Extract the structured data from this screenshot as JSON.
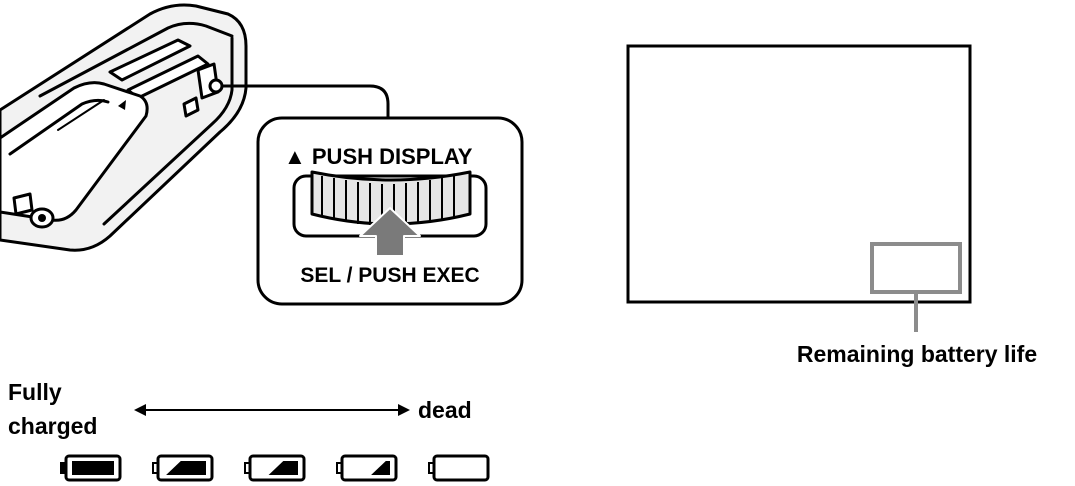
{
  "control": {
    "top_label": "▲ PUSH DISPLAY",
    "bottom_label": "SEL / PUSH EXEC"
  },
  "screen": {
    "indicator_label": "Remaining battery life"
  },
  "battery_scale": {
    "start_label_line1": "Fully",
    "start_label_line2": "charged",
    "end_label": "dead",
    "levels": [
      1.0,
      0.75,
      0.5,
      0.25,
      0.0
    ]
  },
  "colors": {
    "ink": "#000000",
    "indicator_box": "#8c8c8c",
    "arrow": "#7a7a7a",
    "camera_body": "#f2f2f2"
  }
}
